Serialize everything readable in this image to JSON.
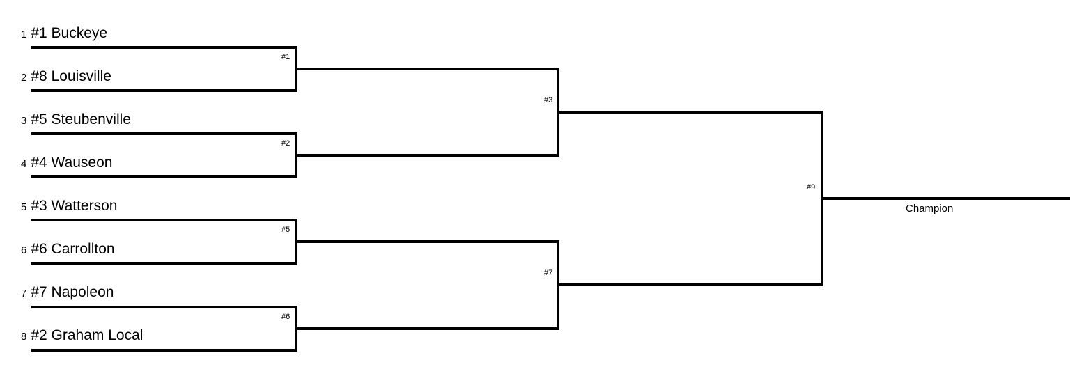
{
  "teams": [
    {
      "line": "1",
      "name": "#1 Buckeye"
    },
    {
      "line": "2",
      "name": "#8 Louisville"
    },
    {
      "line": "3",
      "name": "#5 Steubenville"
    },
    {
      "line": "4",
      "name": "#4 Wauseon"
    },
    {
      "line": "5",
      "name": "#3 Watterson"
    },
    {
      "line": "6",
      "name": "#6 Carrollton"
    },
    {
      "line": "7",
      "name": "#7 Napoleon"
    },
    {
      "line": "8",
      "name": "#2 Graham Local"
    }
  ],
  "games": [
    "#1",
    "#2",
    "#3",
    "#5",
    "#6",
    "#7",
    "#9"
  ],
  "champion_label": "Champion",
  "line_color": "#000000"
}
